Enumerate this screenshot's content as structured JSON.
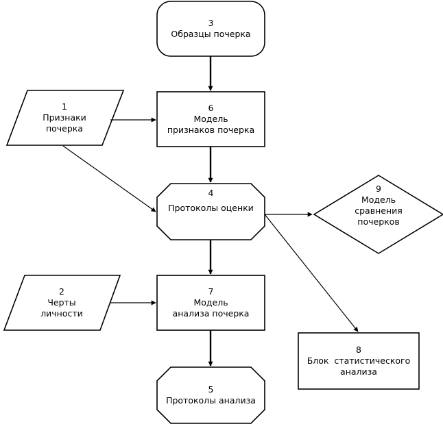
{
  "nodes": {
    "n3": {
      "num": "3",
      "lines": [
        "Образцы почерка"
      ]
    },
    "n1": {
      "num": "1",
      "lines": [
        "Признаки",
        "почерка"
      ]
    },
    "n6": {
      "num": "6",
      "lines": [
        "Модель",
        "признаков почерка"
      ]
    },
    "n4": {
      "num": "4",
      "lines": [
        "Протоколы оценки"
      ]
    },
    "n9": {
      "num": "9",
      "lines": [
        "Модель",
        "сравнения",
        "почерков"
      ]
    },
    "n2": {
      "num": "2",
      "lines": [
        "Черты",
        "личности"
      ]
    },
    "n7": {
      "num": "7",
      "lines": [
        "Модель",
        "анализа почерка"
      ]
    },
    "n8": {
      "num": "8",
      "lines": [
        "Блок  статистического",
        "анализа"
      ]
    },
    "n5": {
      "num": "5",
      "lines": [
        "Протоколы анализа"
      ]
    }
  }
}
